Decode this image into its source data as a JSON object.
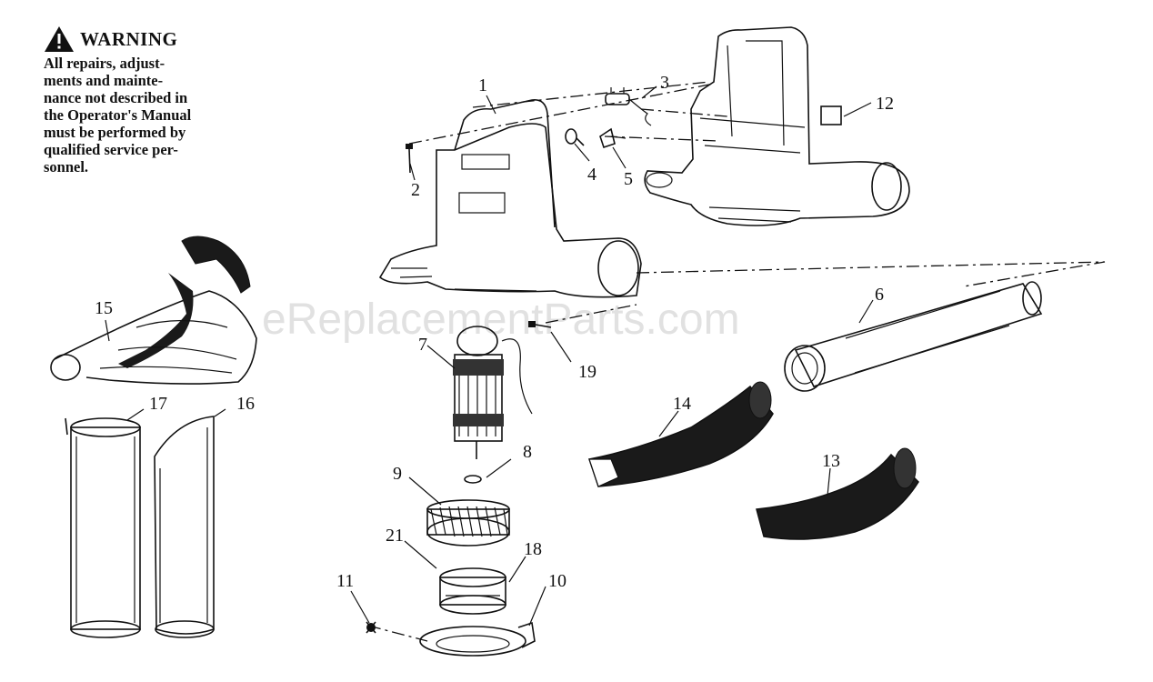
{
  "warning": {
    "title": "WARNING",
    "lines": [
      "All repairs, adjust-",
      "ments and mainte-",
      "nance not described in",
      "the Operator's Manual",
      "must be performed by",
      "qualified service per-",
      "sonnel."
    ]
  },
  "watermark": "eReplacementParts.com",
  "callouts": {
    "c1": "1",
    "c2": "2",
    "c3": "3",
    "c4": "4",
    "c5": "5",
    "c6": "6",
    "c7": "7",
    "c8": "8",
    "c9": "9",
    "c10": "10",
    "c11": "11",
    "c12": "12",
    "c13": "13",
    "c14": "14",
    "c15": "15",
    "c16": "16",
    "c17": "17",
    "c18": "18",
    "c19": "19",
    "c21": "21"
  }
}
